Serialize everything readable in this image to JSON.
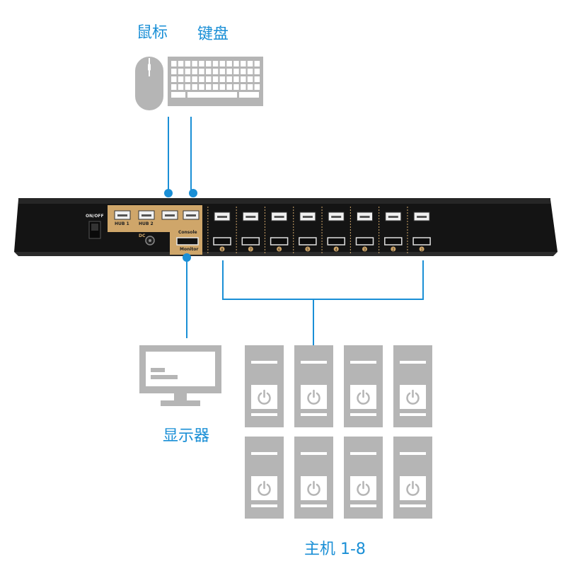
{
  "labels": {
    "mouse": "鼠标",
    "keyboard": "键盘",
    "monitor": "显示器",
    "hosts": "主机 1-8"
  },
  "device": {
    "power": "ON/OFF",
    "hub1": "HUB 1",
    "hub2": "HUB 2",
    "console": "Console",
    "monitor_port": "Monitor",
    "dc": "DC",
    "port_numbers": [
      "8",
      "7",
      "6",
      "5",
      "4",
      "3",
      "2",
      "1"
    ]
  },
  "colors": {
    "accent": "#1a8fd6",
    "device_body": "#141414",
    "console_panel": "#cfa66a",
    "peripheral_gray": "#b5b5b5"
  },
  "hosts_count": 8
}
